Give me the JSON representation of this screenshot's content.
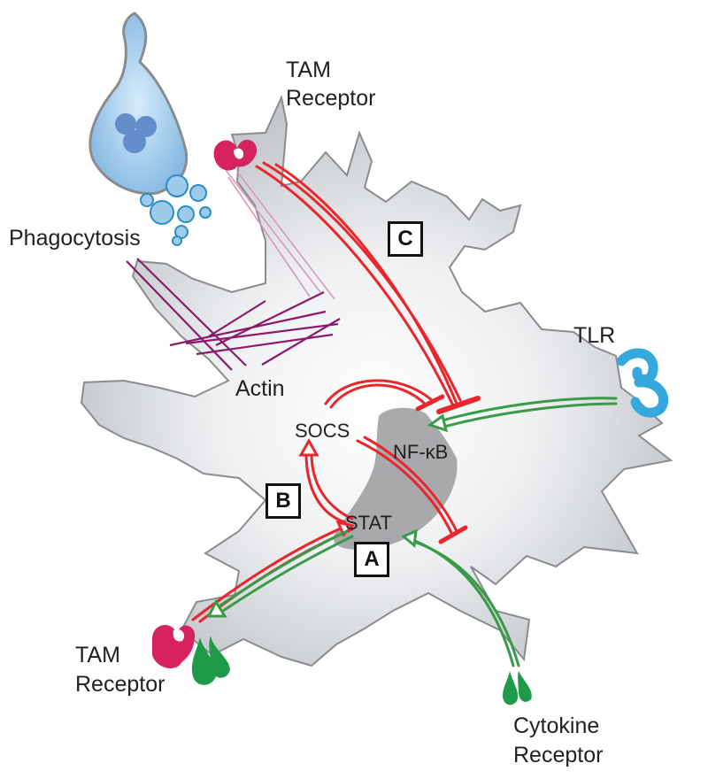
{
  "labels": {
    "tam_receptor_top_line1": "TAM",
    "tam_receptor_top_line2": "Receptor",
    "phagocytosis": "Phagocytosis",
    "actin": "Actin",
    "tlr": "TLR",
    "socs": "SOCS",
    "nfkb": "NF-κB",
    "stat": "STAT",
    "tam_receptor_bottom_line1": "TAM",
    "tam_receptor_bottom_line2": "Receptor",
    "cytokine_receptor_line1": "Cytokine",
    "cytokine_receptor_line2": "Receptor"
  },
  "boxes": {
    "a": "A",
    "b": "B",
    "c": "C"
  },
  "colors": {
    "cell_fill": "#d8dadd",
    "cell_outline": "#8a8c8f",
    "nucleus": "#9a9b9d",
    "inhibition": "#e8262b",
    "activation": "#3a9a48",
    "tam_receptor": "#d6225f",
    "cytokine_receptor": "#1e9a4a",
    "tlr": "#35a8dd",
    "apoptotic_cell": "#9fcbea",
    "actin": "#8b1a6b"
  }
}
